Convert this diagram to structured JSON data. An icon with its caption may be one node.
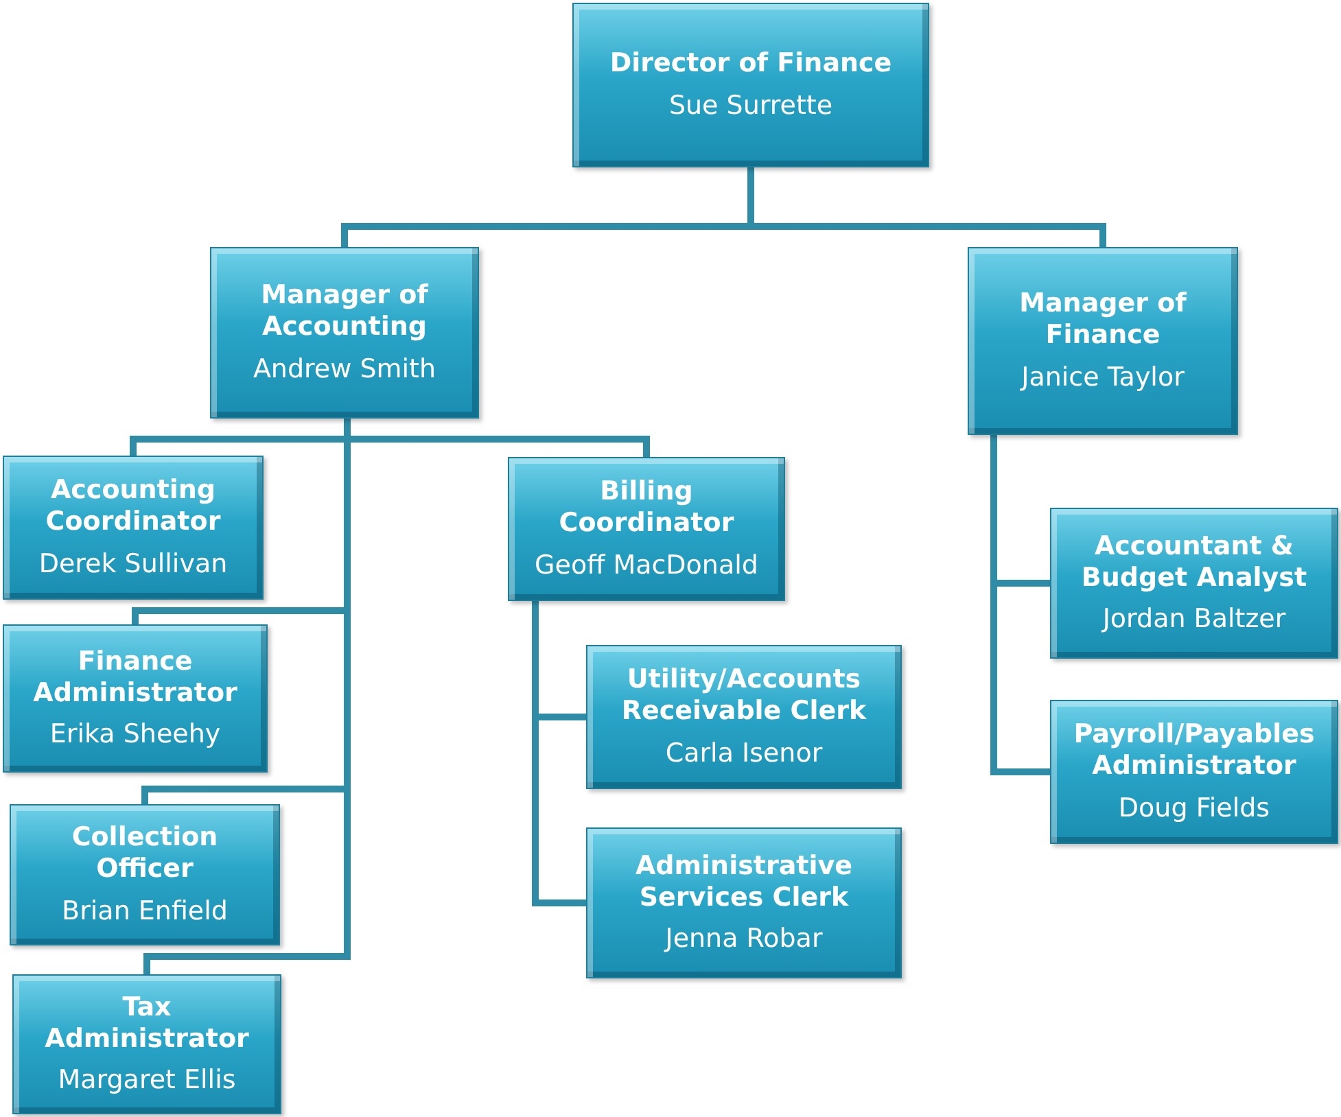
{
  "diagram": {
    "nodes": [
      {
        "text": [
          "Director of Finance",
          "Sue Surrette"
        ]
      },
      {
        "text": [
          "Manager of Accounting",
          "Andrew Smith"
        ]
      },
      {
        "text": [
          "Manager of Finance",
          "Janice Taylor"
        ]
      },
      {
        "text": [
          "Accounting Coordinator",
          "Derek Sullivan"
        ]
      },
      {
        "text": [
          "Finance Administrator",
          "Erika Sheehy"
        ]
      },
      {
        "text": [
          "Collection Officer",
          "Brian Enfield"
        ]
      },
      {
        "text": [
          "Tax Administrator",
          "Margaret Ellis"
        ]
      },
      {
        "text": [
          "Billing Coordinator",
          "Geoff MacDonald"
        ]
      },
      {
        "text": [
          "Utility/Accounts Receivable Clerk",
          "Carla Isenor"
        ]
      },
      {
        "text": [
          "Administrative Services Clerk",
          "Jenna Robar"
        ]
      },
      {
        "text": [
          "Accountant & Budget Analyst",
          "Jordan Baltzer"
        ]
      },
      {
        "text": [
          "Payroll/Payables Administrator",
          "Doug Fields"
        ]
      }
    ],
    "edges": [
      {
        "from": 0,
        "to": 1,
        "arrow": "none"
      },
      {
        "from": 0,
        "to": 2,
        "arrow": "none"
      },
      {
        "from": 1,
        "to": 3,
        "arrow": "none"
      },
      {
        "from": 1,
        "to": 7,
        "arrow": "none"
      },
      {
        "from": 1,
        "to": 4,
        "arrow": "none"
      },
      {
        "from": 1,
        "to": 5,
        "arrow": "none"
      },
      {
        "from": 1,
        "to": 6,
        "arrow": "none"
      },
      {
        "from": 7,
        "to": 8,
        "arrow": "none"
      },
      {
        "from": 7,
        "to": 9,
        "arrow": "none"
      },
      {
        "from": 2,
        "to": 10,
        "arrow": "none"
      },
      {
        "from": 2,
        "to": 11,
        "arrow": "none"
      }
    ]
  }
}
